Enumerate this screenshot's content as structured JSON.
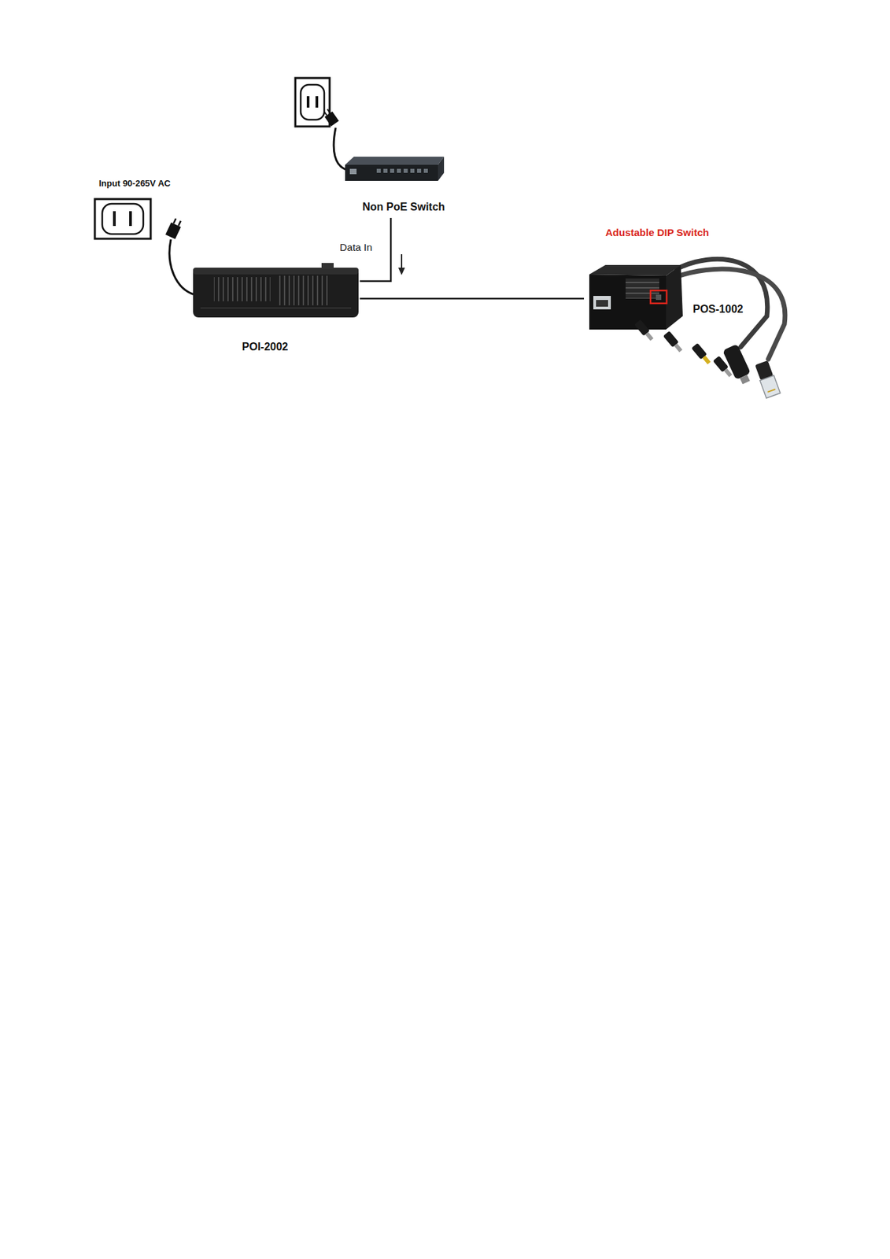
{
  "diagram": {
    "nodes": [
      {
        "text": [
          "Non PoE Switch"
        ]
      },
      {
        "text": [
          "POI-2002"
        ]
      },
      {
        "text": [
          "POS-1002"
        ]
      }
    ],
    "edges": [
      {
        "from": 0,
        "to": 1,
        "arrow": "none",
        "label": "Data In"
      },
      {
        "from": 1,
        "to": 2,
        "arrow": "none"
      }
    ],
    "labels": [
      "Input 90-265V AC",
      "Adustable DIP Switch"
    ]
  }
}
